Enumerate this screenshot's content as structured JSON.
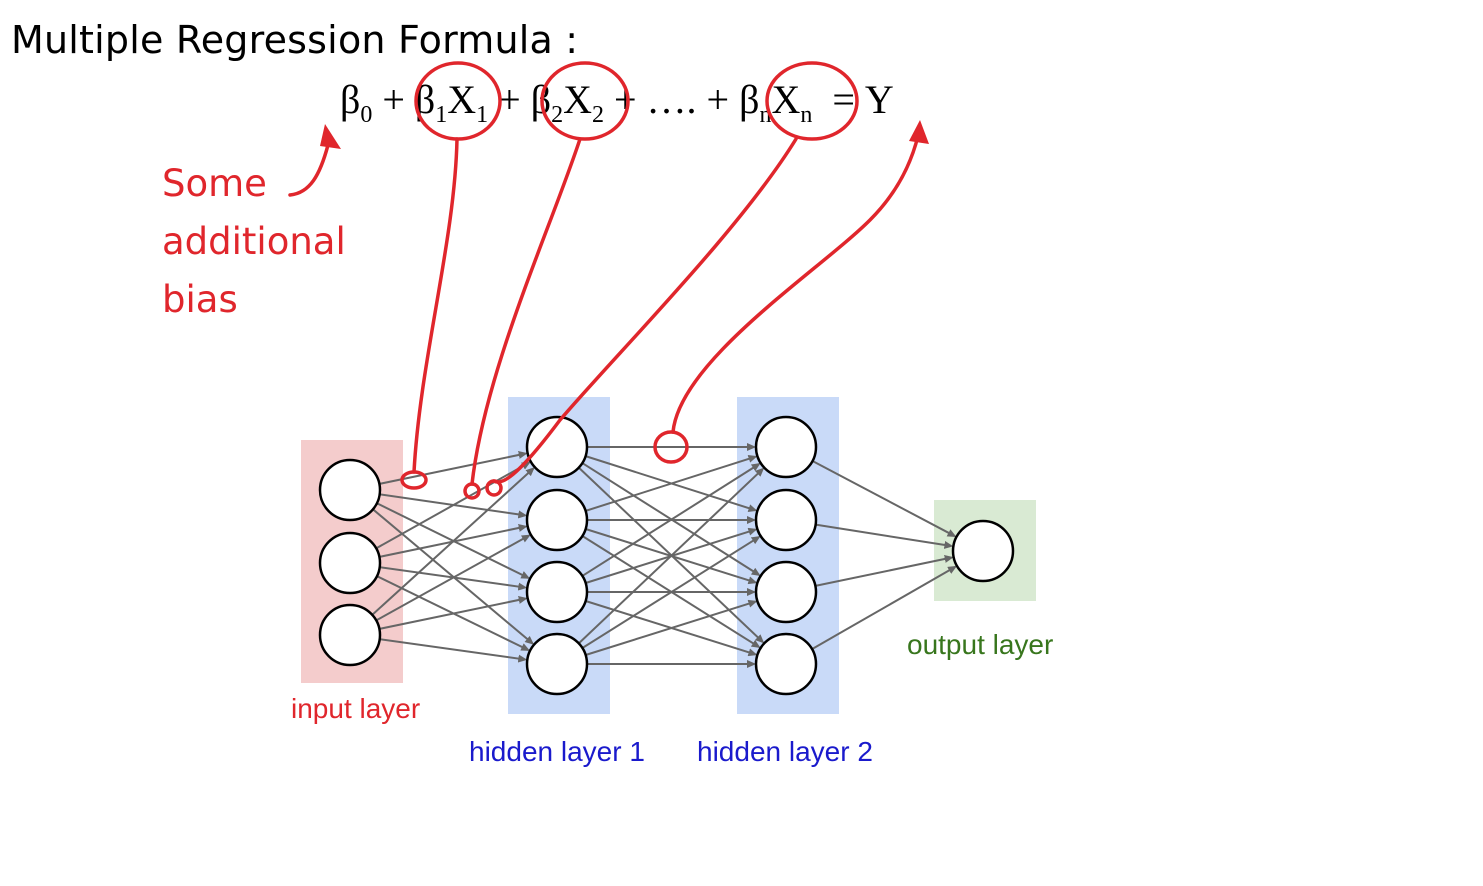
{
  "title": "Multiple Regression Formula :",
  "formula": {
    "beta": "β",
    "x": "X",
    "sub0": "0",
    "sub1": "1",
    "sub2": "2",
    "subn": "n",
    "plus": "+",
    "ellipsis": "….",
    "equals": "=",
    "y": "Y"
  },
  "annotation": {
    "line1": "Some",
    "line2": "additional",
    "line3": "bias"
  },
  "layers": {
    "input": {
      "label": "input layer",
      "nodes": 3,
      "color": "#f4cccc",
      "label_color": "#e0262c"
    },
    "hidden1": {
      "label": "hidden layer 1",
      "nodes": 4,
      "color": "#c9daf8",
      "label_color": "#1a1acc"
    },
    "hidden2": {
      "label": "hidden layer 2",
      "nodes": 4,
      "color": "#c9daf8",
      "label_color": "#1a1acc"
    },
    "output": {
      "label": "output layer",
      "nodes": 1,
      "color": "#d9ead3",
      "label_color": "#38761d"
    }
  },
  "colors": {
    "annotation": "#e0262c",
    "edge": "#666666"
  }
}
